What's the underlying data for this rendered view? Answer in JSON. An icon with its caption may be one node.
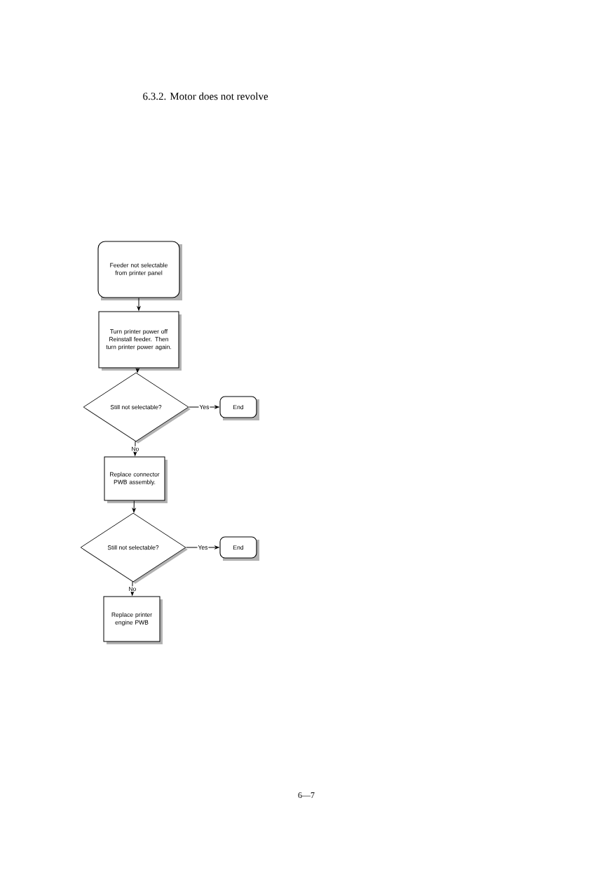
{
  "diagram": {
    "title": "6.3.2. Motor does not revolve",
    "nodes": [
      {
        "text": [
          "Feeder not selectable from printer panel"
        ]
      },
      {
        "text": [
          "Turn printer power off Reinstall feeder. Then turn printer power again."
        ]
      },
      {
        "text": [
          "Still not selectable?"
        ]
      },
      {
        "text": [
          "End"
        ]
      },
      {
        "text": [
          "Replace connector PWB assembly."
        ]
      },
      {
        "text": [
          "Still not selectable?"
        ]
      },
      {
        "text": [
          "End"
        ]
      },
      {
        "text": [
          "Replace printer engine PWB"
        ]
      }
    ],
    "edges": [
      {
        "from": 0,
        "to": 1,
        "arrow": "to"
      },
      {
        "from": 1,
        "to": 2,
        "arrow": "to"
      },
      {
        "from": 2,
        "to": 3,
        "arrow": "to",
        "label": "Yes"
      },
      {
        "from": 2,
        "to": 4,
        "arrow": "to",
        "label": "No"
      },
      {
        "from": 4,
        "to": 5,
        "arrow": "to"
      },
      {
        "from": 5,
        "to": 6,
        "arrow": "to",
        "label": "Yes"
      },
      {
        "from": 5,
        "to": 7,
        "arrow": "to",
        "label": "No"
      }
    ],
    "labels": [
      "6—7"
    ]
  }
}
